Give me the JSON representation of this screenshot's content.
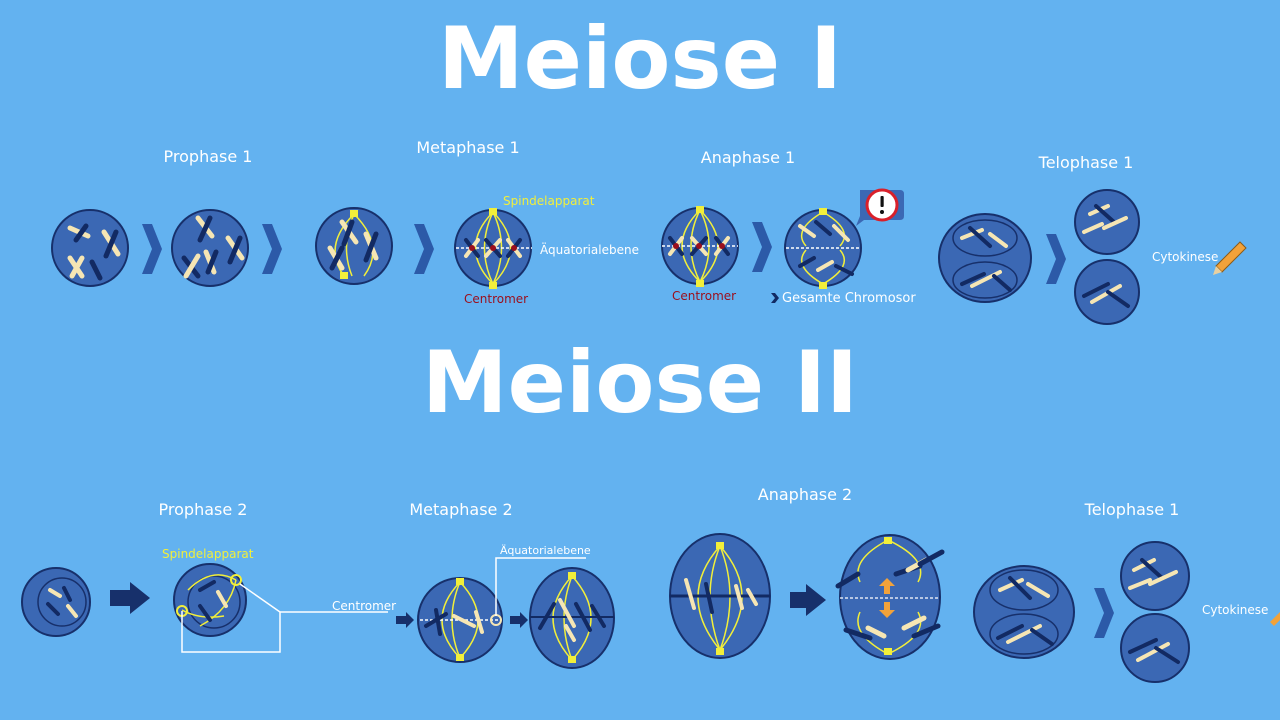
{
  "titles": {
    "meiosis1": "Meiose I",
    "meiosis2": "Meiose II"
  },
  "stages": {
    "prophase1": "Prophase 1",
    "metaphase1": "Metaphase 1",
    "anaphase1": "Anaphase 1",
    "telophase1": "Telophase 1",
    "prophase2": "Prophase 2",
    "metaphase2": "Metaphase 2",
    "anaphase2": "Anaphase 2",
    "telophase2": "Telophase 1"
  },
  "labels": {
    "spindle_1": "Spindelapparat",
    "equator_1": "Äquatorialebene",
    "centromere_1": "Centromer",
    "centromere_anaphase1": "Centromer",
    "total_chromosomes": "Gesamte Chromosor",
    "cytokinesis_1": "Cytokinese",
    "spindle_2": "Spindelapparat",
    "centromere_2": "Centromer",
    "equator_2": "Äquatorialebene",
    "cytokinesis_2": "Cytokinese"
  },
  "colors": {
    "background": "#63b2f0",
    "cell_fill": "#3b68b4",
    "cell_stroke": "#17306b",
    "chromosome_dark": "#122a63",
    "chromosome_light": "#f6e6b4",
    "spindle": "#f2ef3a",
    "centromere": "#9b0f1c",
    "arrow": "#2c5aa8",
    "alert_fill": "#ffffff",
    "alert_ring": "#d9202a"
  },
  "icons": {
    "stage_arrow": "chevron-right-icon",
    "transition_arrow": "arrow-right-icon",
    "alert": "exclamation-icon",
    "pencil": "pencil-icon"
  }
}
